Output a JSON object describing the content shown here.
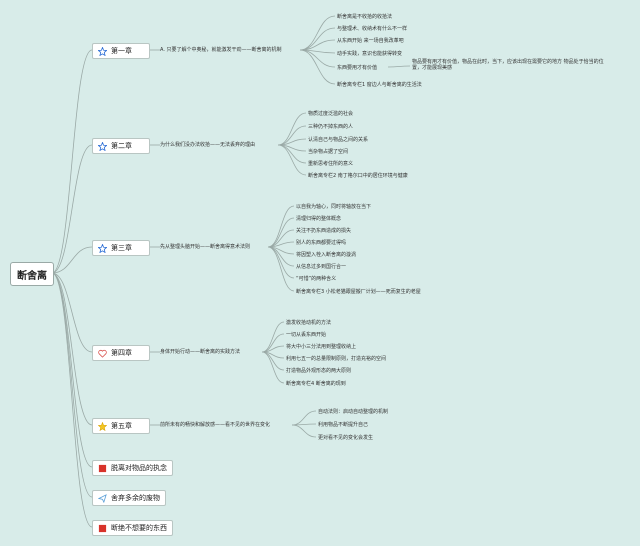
{
  "root": {
    "label": "断舍离"
  },
  "chapters": [
    {
      "label": "第一章",
      "icon": "star-outline-icon",
      "sub": "A. 只要了解个中奥秘，就能激发干劲——断舍离的机制",
      "leaves": [
        "断舍离是不收拾的收拾法",
        "与整理术、收纳术有什么不一样",
        "从东西开始 来一场自我改革吧",
        "动手实践，意识也能获得转变",
        "东西要用才有价值",
        "断舍离专栏1 窗边人与断舍离的生活法"
      ],
      "note": "物品要有用才有价值，物品在此时，当下，应该出现在需要它的地方 物品处于恰当的位置，才能展现美感"
    },
    {
      "label": "第二章",
      "icon": "star-outline-icon",
      "sub": "为什么我们没办法收拾——无法丢弃的理由",
      "leaves": [
        "物质过度泛滥的社会",
        "三种仍不掉东西的人",
        "认清自己与物品之间的关系",
        "当杂物占据了空间",
        "重新思考住所的意义",
        "断舍离专栏2 南丁格尔口中的居住环境与健康"
      ]
    },
    {
      "label": "第三章",
      "icon": "star-outline-icon",
      "sub": "先从整理头脑开始——断舍离得意术法则",
      "leaves": [
        "以自我为轴心，同时将轴放在当下",
        "清理归得的整体概念",
        "关注不扔东西造成的损失",
        "别人的东西都要过得吗",
        "将因塑入栓入断舍离的漩涡",
        "从信息过多到国行合一",
        "“可惜”的两种含义",
        "断舍离专栏3 小松老猫跟屋搬厂计划——死而复生的老屋"
      ]
    },
    {
      "label": "第四章",
      "icon": "heart-outline-icon",
      "sub": "身体开始行动——断舍离的实践方法",
      "leaves": [
        "激发收拾动机的方法",
        "一切从丢东西开始",
        "将大中小三分法用到整理收纳上",
        "利用七五一的总量限制原则，打造充裕的空间",
        "打造物品外观形态的两大原则",
        "断舍离专栏4 断舍离的现到"
      ]
    },
    {
      "label": "第五章",
      "icon": "star-filled-icon",
      "sub": "前所未有的畅快和解放感——看不见的世界在变化",
      "leaves": [
        "自动法则：启动自动整理的机制",
        "利用物品不断提升自己",
        "更对看不见的变化会发生"
      ]
    },
    {
      "label": "脱离对物品的执念",
      "icon": "flag-icon",
      "sub": "",
      "leaves": []
    },
    {
      "label": "舍弃多余的废物",
      "icon": "paper-plane-icon",
      "sub": "",
      "leaves": []
    },
    {
      "label": "断绝不想要的东西",
      "icon": "flag-icon",
      "sub": "",
      "leaves": []
    }
  ],
  "colors": {
    "background": "#d8ece9",
    "line": "#9aa9a6",
    "star": "#2d6fd6",
    "heart": "#d9534f",
    "star_fill": "#f3c623",
    "flag": "#d8332b",
    "plane": "#5aa0d8"
  }
}
